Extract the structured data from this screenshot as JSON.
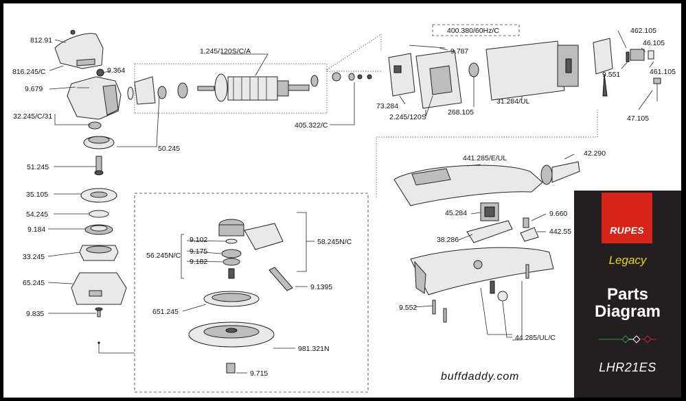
{
  "brand": {
    "logo_text": "RUPES",
    "series": "Legacy",
    "title_line1": "Parts",
    "title_line2": "Diagram",
    "model": "LHR21ES",
    "website": "buffdaddy.com",
    "colors": {
      "logo_red": "#d6241b",
      "panel_bg": "#231f20",
      "series_yellow": "#e8d51b",
      "divider_green": "#2e9a3c",
      "divider_red": "#c8262b"
    }
  },
  "labels": {
    "p812_91": "812.91",
    "p816_245": "816.245/C",
    "p9_679": "9.679",
    "p32_245": "32.245/C/31",
    "p9_364": "9.364",
    "p1_245": "1.245/120S/C/A",
    "p50_245": "50.245",
    "p405_322": "405.322/C",
    "p400_380": "400.380/60Hz/C",
    "p9_787": "9.787",
    "p73_284": "73.284",
    "p2_245": "2.245/120S",
    "p268_105": "268.105",
    "p31_284": "31.284/UL",
    "p462_105": "462.105",
    "p46_105": "46.105",
    "p9_551": "9.551",
    "p461_105": "461.105",
    "p47_105": "47.105",
    "p51_245": "51.245",
    "p35_105": "35.105",
    "p54_245": "54.245",
    "p9_184": "9.184",
    "p33_245": "33.245",
    "p65_245": "65.245",
    "p9_835": "9.835",
    "p9_102": "9.102",
    "p56_245": "56.245N/C",
    "p9_175": "9.175",
    "p9_182": "9.182",
    "p58_245": "58.245N/C",
    "p9_1395": "9.1395",
    "p651_245": "651.245",
    "p981_321": "981.321N",
    "p9_715": "9.715",
    "p441_285": "441.285/E/UL",
    "p42_290": "42.290",
    "p45_284": "45.284",
    "p9_660": "9.660",
    "p442_55": "442.55",
    "p38_286": "38.286",
    "p9_552": "9.552",
    "p44_285": "44.285/UL/C"
  }
}
